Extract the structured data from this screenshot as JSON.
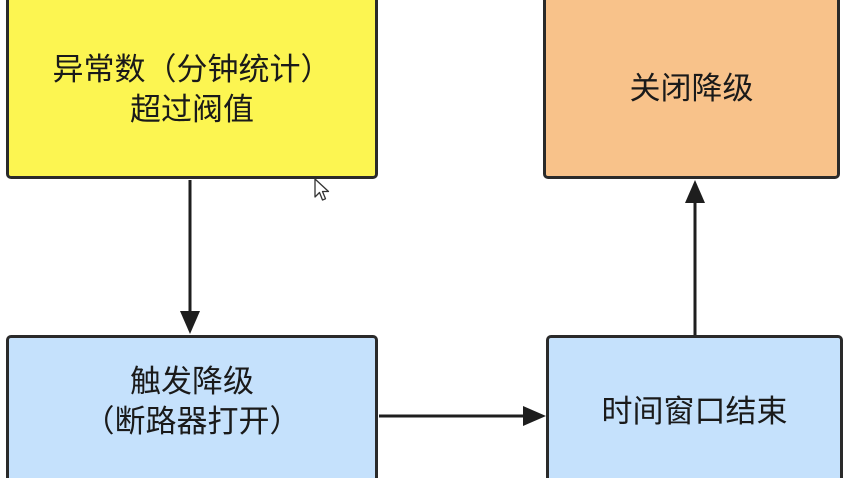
{
  "nodes": {
    "threshold": {
      "line1": "异常数（分钟统计）",
      "line2": "超过阀值",
      "color": "#fcf551"
    },
    "close": {
      "line1": "关闭降级",
      "color": "#f8c28a"
    },
    "trigger": {
      "line1": "触发降级",
      "line2": "（断路器打开）",
      "color": "#c5e1fc"
    },
    "window": {
      "line1": "时间窗口结束",
      "color": "#c5e1fc"
    }
  },
  "edges": [
    {
      "from": "threshold",
      "to": "trigger"
    },
    {
      "from": "trigger",
      "to": "window"
    },
    {
      "from": "window",
      "to": "close"
    }
  ],
  "colors": {
    "border": "#2a2a2a",
    "arrow": "#1e1e1e",
    "text": "#1a1a1a"
  },
  "cursor": "mouse-pointer-icon"
}
